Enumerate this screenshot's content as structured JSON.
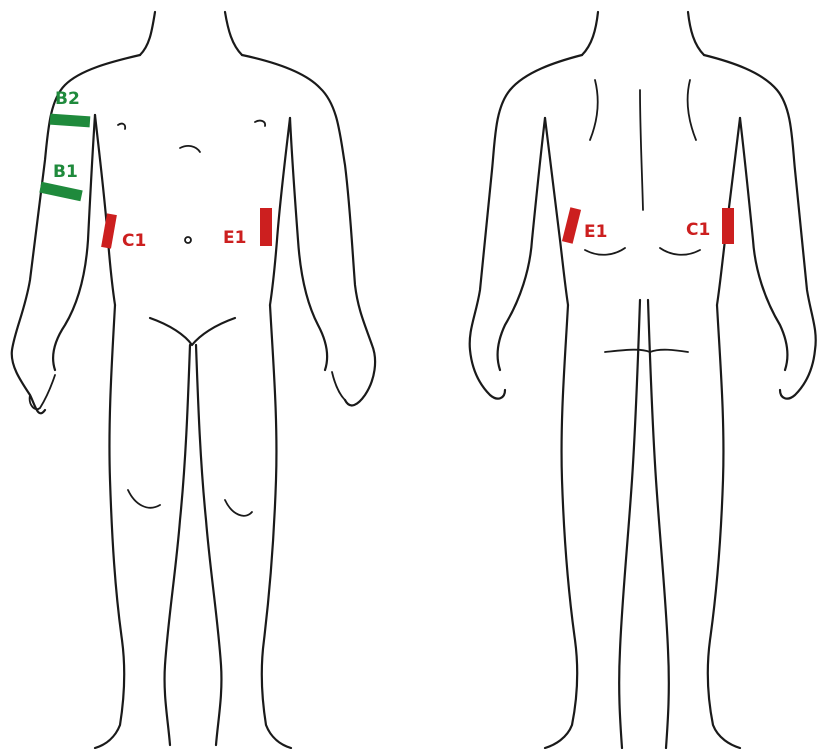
{
  "colors": {
    "green_pad": "#1f8a3c",
    "red_pad": "#cc1f1f",
    "outline": "#1a1a1a",
    "background": "#ffffff"
  },
  "front_view": {
    "labels": {
      "b2": "B2",
      "b1": "B1",
      "c1": "C1",
      "e1": "E1"
    }
  },
  "back_view": {
    "labels": {
      "e1": "E1",
      "c1": "C1"
    }
  }
}
